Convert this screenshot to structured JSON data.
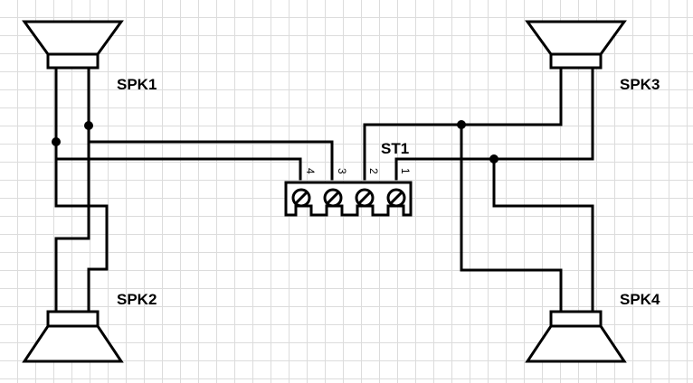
{
  "components": {
    "spk1": {
      "ref": "SPK1"
    },
    "spk2": {
      "ref": "SPK2"
    },
    "spk3": {
      "ref": "SPK3"
    },
    "spk4": {
      "ref": "SPK4"
    },
    "st1": {
      "ref": "ST1",
      "pins": [
        "4",
        "3",
        "2",
        "1"
      ]
    }
  },
  "colors": {
    "wire": "#000000",
    "grid": "#dcdcdc",
    "background": "#ffffff"
  }
}
